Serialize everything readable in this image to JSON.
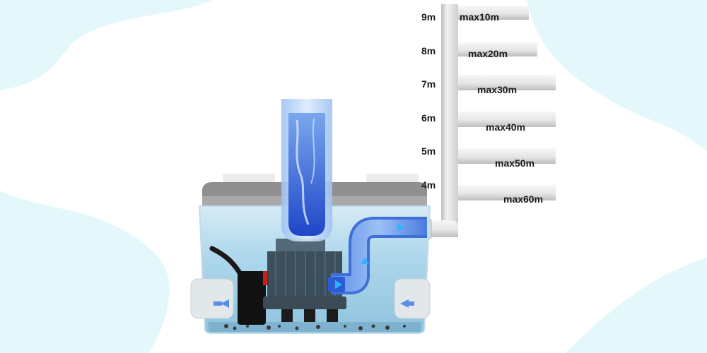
{
  "diagram": {
    "heights": [
      "9m",
      "8m",
      "7m",
      "6m",
      "5m",
      "4m"
    ],
    "max_distances": [
      "max10m",
      "max20m",
      "max30m",
      "max40m",
      "max50m",
      "max60m"
    ]
  },
  "colors": {
    "background_blob": "#e4f8fb",
    "pipe": "#e9e9e9",
    "pipe_shadow": "#c9c9c9",
    "tank_water": "#a8d4ea",
    "inlet_blue": "#2f5fd6",
    "flow_arrow": "#5a8ee8"
  }
}
